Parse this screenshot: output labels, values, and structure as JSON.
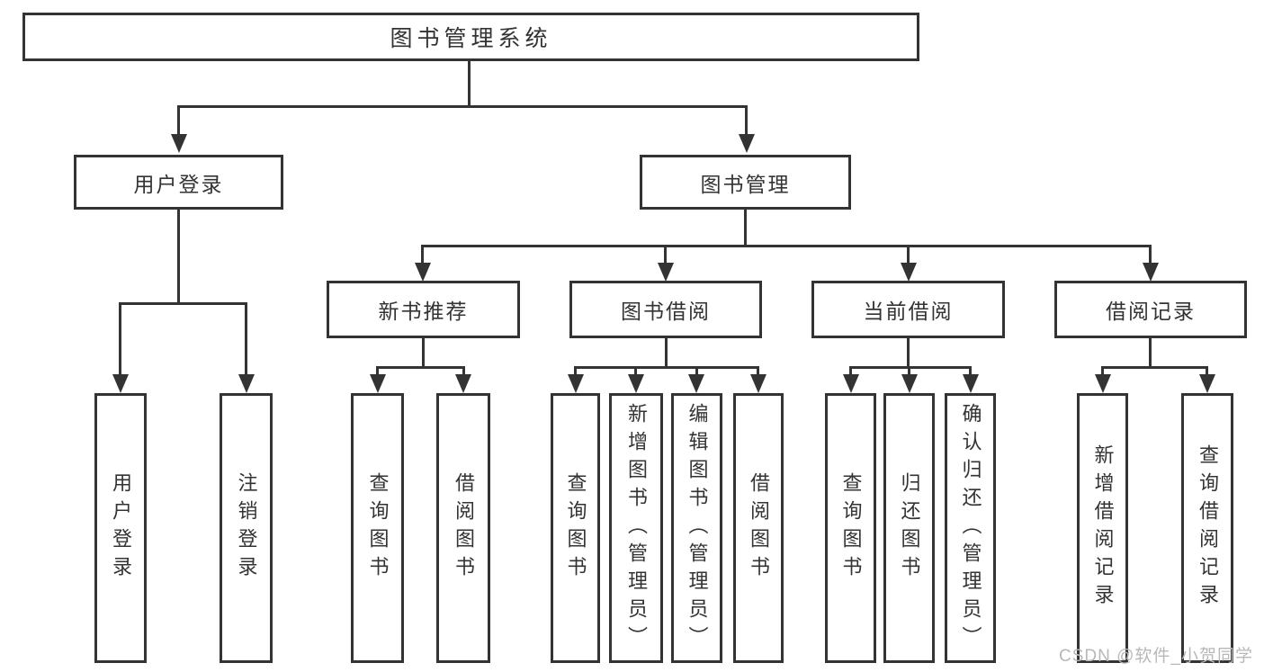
{
  "diagram": {
    "root": {
      "label": "图书管理系统"
    },
    "level2": [
      {
        "label": "用户登录"
      },
      {
        "label": "图书管理"
      }
    ],
    "level3": [
      {
        "label": "新书推荐"
      },
      {
        "label": "图书借阅"
      },
      {
        "label": "当前借阅"
      },
      {
        "label": "借阅记录"
      }
    ],
    "leaves": {
      "user_login": [
        {
          "label": "用户登录"
        },
        {
          "label": "注销登录"
        }
      ],
      "new_book": [
        {
          "label": "查询图书"
        },
        {
          "label": "借阅图书"
        }
      ],
      "book_borrow": [
        {
          "label": "查询图书"
        },
        {
          "label": "新增图书（管理员）"
        },
        {
          "label": "编辑图书（管理员）"
        },
        {
          "label": "借阅图书"
        }
      ],
      "current_borrow": [
        {
          "label": "查询图书"
        },
        {
          "label": "归还图书"
        },
        {
          "label": "确认归还（管理员）"
        }
      ],
      "borrow_record": [
        {
          "label": "新增借阅记录"
        },
        {
          "label": "查询借阅记录"
        }
      ]
    }
  },
  "watermark": {
    "text": "CSDN @软件_小贺同学"
  },
  "colors": {
    "line": "#333333",
    "text": "#333333",
    "watermark": "#b8b8b8",
    "background": "#ffffff"
  }
}
